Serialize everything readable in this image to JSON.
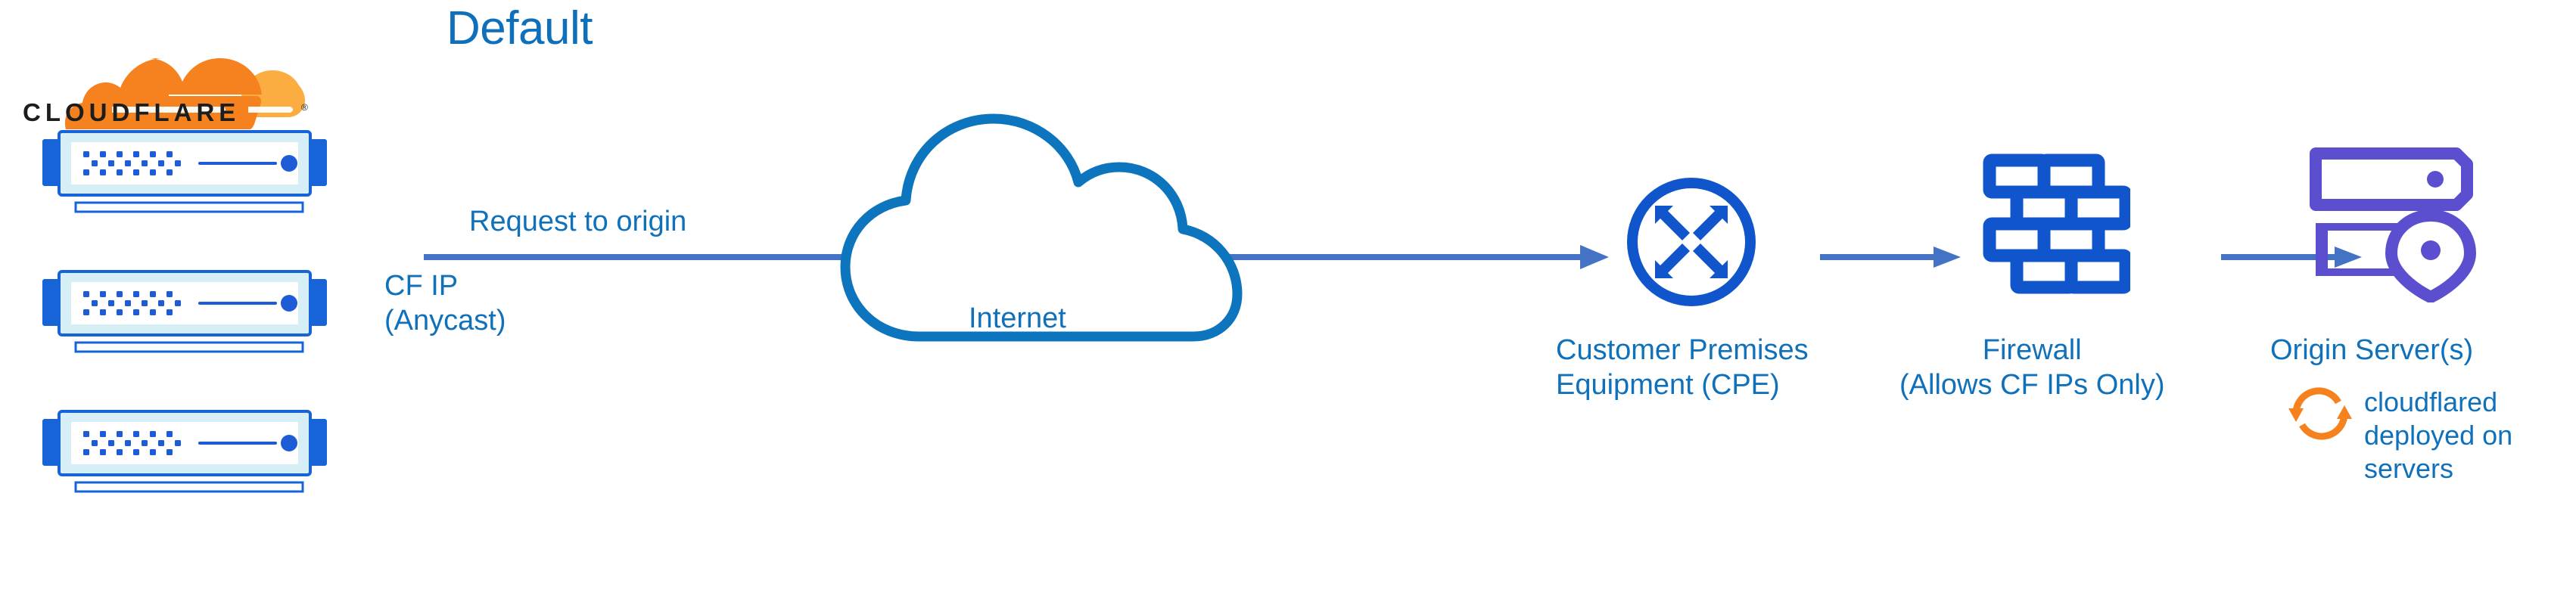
{
  "title": "Default",
  "brand": {
    "wordmark": "CLOUDFLARE",
    "registered_mark": "®",
    "logo_colors": {
      "orange_dark": "#F6821F",
      "orange_light": "#FBAD41",
      "wordmark": "#1D1D1D"
    }
  },
  "colors": {
    "label_blue": "#1071BB",
    "title_blue": "#0E6FBB",
    "icon_blue": "#1055CC",
    "connector_blue": "#4472C4",
    "cloud_outline_blue": "#0D74BE",
    "server_body": "#D6EEF5",
    "server_tab_blue": "#1664D8",
    "origin_purple": "#5B4FCF",
    "cloudflared_orange": "#F6821F"
  },
  "edge_stack": {
    "name": "Cloudflare edge servers",
    "count": 3,
    "servers": [
      {
        "vent_rows": 3,
        "led": true
      },
      {
        "vent_rows": 3,
        "led": true
      },
      {
        "vent_rows": 3,
        "led": true
      }
    ]
  },
  "labels": {
    "request_to_origin": "Request to origin",
    "cf_ip_line1": "CF IP",
    "cf_ip_line2": "(Anycast)",
    "internet": "Internet",
    "cpe_line1": "Customer Premises",
    "cpe_line2": "Equipment (CPE)",
    "firewall_line1": "Firewall",
    "firewall_line2": "(Allows CF IPs Only)",
    "origin": "Origin Server(s)",
    "cloudflared": "cloudflared deployed on servers"
  },
  "icons": {
    "cloudflare_cloud": "cloudflare-cloud-icon",
    "server_rack": "server-rack-icon",
    "internet_cloud": "cloud-icon",
    "cpe_router": "router-icon",
    "firewall_bricks": "brick-wall-icon",
    "origin_server": "server-location-icon",
    "cloudflared_sync": "sync-arrows-icon"
  },
  "flow": {
    "steps": [
      "Cloudflare edge",
      "Internet",
      "Customer Premises Equipment (CPE)",
      "Firewall (Allows CF IPs Only)",
      "Origin Server(s)"
    ],
    "arrows": [
      {
        "from": "Cloudflare edge",
        "to": "Customer Premises Equipment (CPE)",
        "label": "Request to origin"
      },
      {
        "from": "Customer Premises Equipment (CPE)",
        "to": "Firewall (Allows CF IPs Only)",
        "label": ""
      },
      {
        "from": "Firewall (Allows CF IPs Only)",
        "to": "Origin Server(s)",
        "label": ""
      }
    ]
  }
}
